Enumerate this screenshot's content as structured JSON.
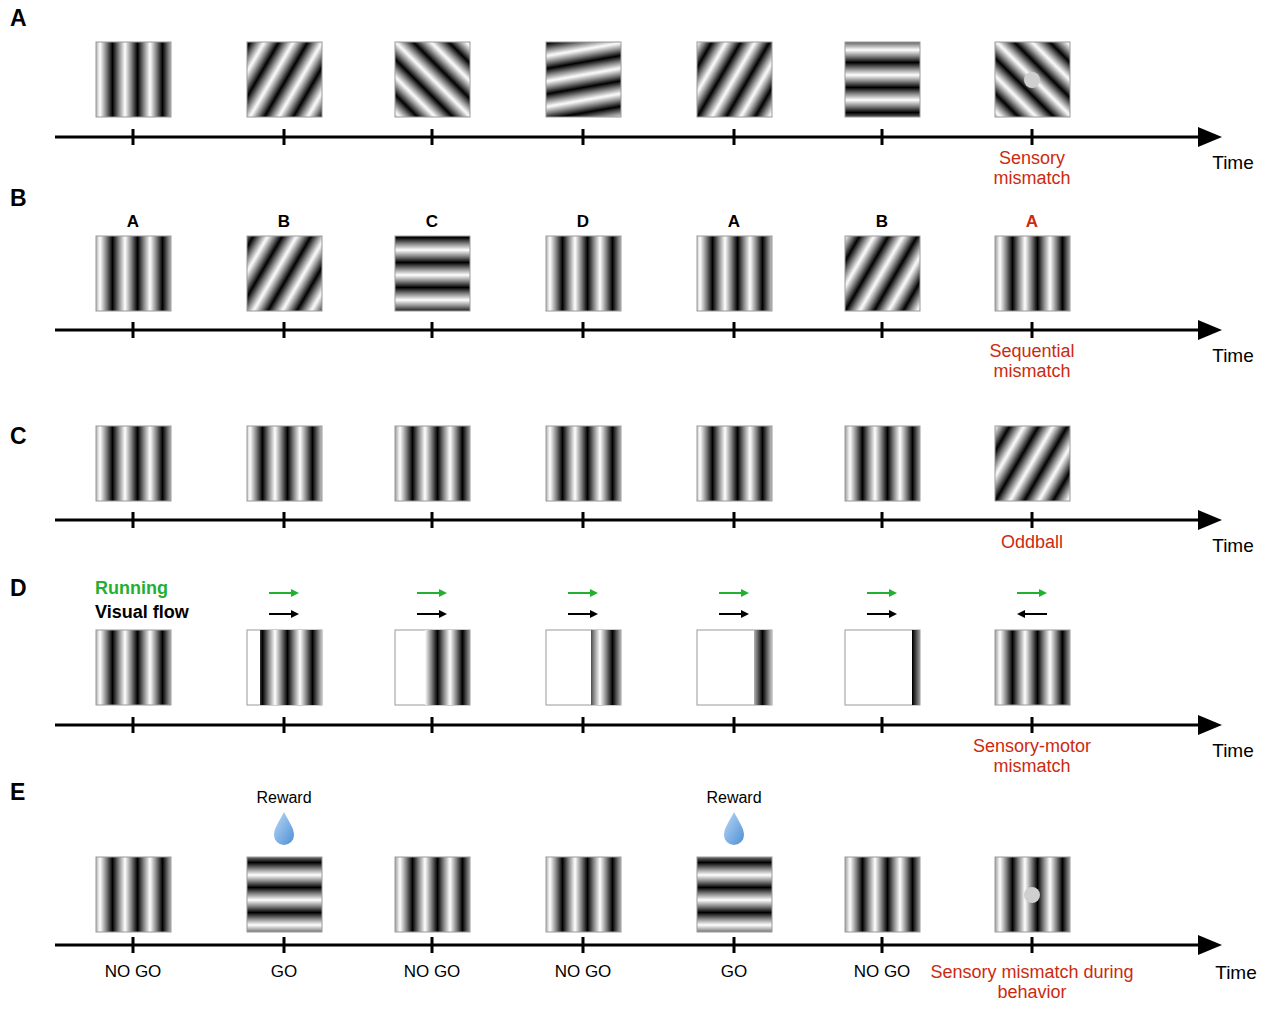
{
  "diagram": {
    "labels": [
      "A",
      "Time",
      "Sensory mismatch",
      "B",
      "A",
      "B",
      "C",
      "D",
      "A",
      "B",
      "A",
      "Time",
      "Sequential mismatch",
      "C",
      "Time",
      "Oddball",
      "D",
      "Running",
      "Visual flow",
      "Time",
      "Sensory-motor mismatch",
      "E",
      "Reward",
      "Reward",
      "NO GO",
      "GO",
      "NO GO",
      "NO GO",
      "GO",
      "NO GO",
      "Sensory mismatch during behavior",
      "Time"
    ]
  }
}
